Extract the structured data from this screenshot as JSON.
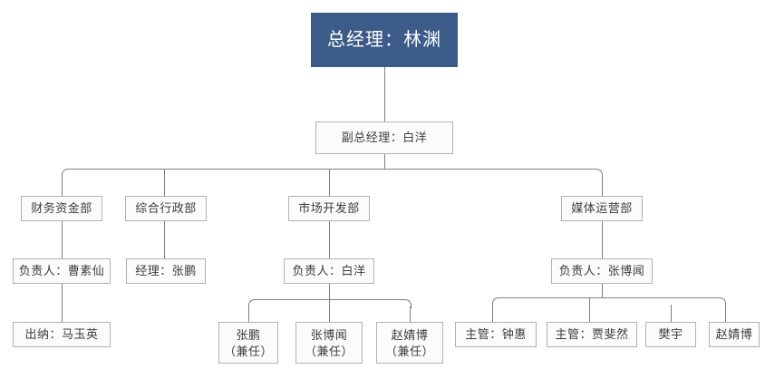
{
  "chart": {
    "type": "org-chart",
    "title": "",
    "colors": {
      "root_fill": "#3b5b88",
      "root_text": "#ffffff",
      "node_fill": "#fbfbfb",
      "node_border": "#b2b2b2",
      "node_text": "#3c3c3c",
      "connector": "#7f7f7f",
      "background": "#ffffff"
    },
    "nodes": {
      "general_manager": {
        "label": "总经理：林渊"
      },
      "deputy_general_manager": {
        "label": "副总经理：白洋"
      },
      "departments": [
        {
          "label": "财务资金部"
        },
        {
          "label": "综合行政部"
        },
        {
          "label": "市场开发部"
        },
        {
          "label": "媒体运营部"
        }
      ],
      "leads": [
        {
          "label": "负责人：曹素仙"
        },
        {
          "label": "经理：张鹏"
        },
        {
          "label": "负责人：白洋"
        },
        {
          "label": "负责人：张博闻"
        }
      ],
      "finance_staff": [
        {
          "label": "出纳：马玉英"
        }
      ],
      "market_staff": [
        {
          "label": "张鹏\n（兼任）"
        },
        {
          "label": "张博闻\n（兼任）"
        },
        {
          "label": "赵婧博\n（兼任）"
        }
      ],
      "media_staff": [
        {
          "label": "主管：钟惠"
        },
        {
          "label": "主管：贾斐然"
        },
        {
          "label": "樊宇"
        },
        {
          "label": "赵婧博"
        }
      ]
    }
  }
}
